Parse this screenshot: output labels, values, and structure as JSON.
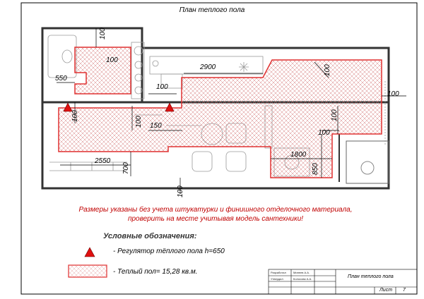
{
  "plan": {
    "title": "План теплого пола",
    "dims": {
      "d100_top": "100",
      "d100_bath": "100",
      "d550": "550",
      "d2900": "2900",
      "d100_hall": "100",
      "d100_rotA": "100",
      "d100_rotB": "100",
      "d100_kitchen": "100",
      "d100_right": "100",
      "d100_left": "100",
      "d150": "150",
      "d100_mid": "100",
      "d1800": "1800",
      "d2550": "2550",
      "d700": "700",
      "d850": "850",
      "d100_bottom": "100"
    },
    "note": "Размеры указаны без учета штукатурки и финишного отделочного материала, проверить на месте учитывая модель сантехники!",
    "legend": {
      "heading": "Условные обозначения:",
      "regulator": "- Регулятор тёплого пола h=650",
      "floor": "- Теплый пол= 15,28 кв.м."
    },
    "stamp": {
      "developed_label": "Разработал",
      "developed_name": "Минеев А.А.",
      "approved_label": "Утвердил",
      "approved_name": "Колосова А.А.",
      "title": "План теплого пола",
      "sheet_label": "Лист",
      "sheet_no": "7"
    }
  },
  "colors": {
    "heated_floor": "#e03030",
    "walls": "#333333",
    "note": "#c00000"
  }
}
